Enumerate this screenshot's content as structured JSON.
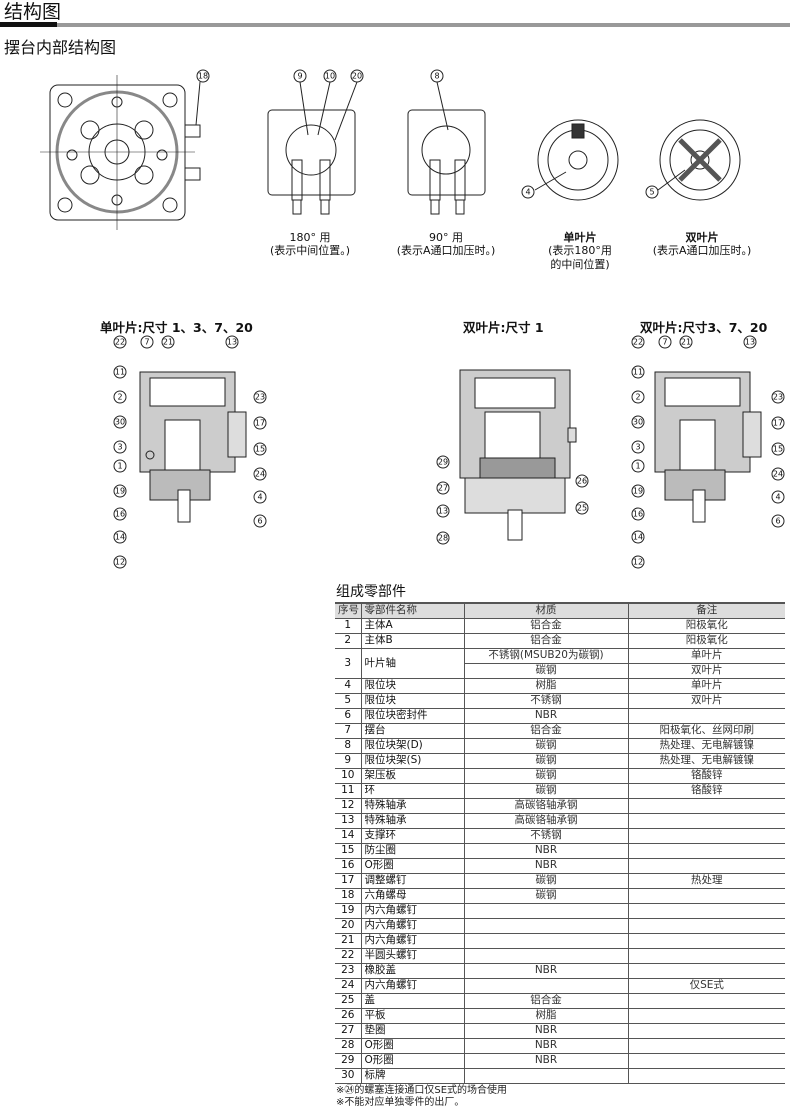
{
  "title": "结构图",
  "subtitle": "摆台内部结构图",
  "top_views": {
    "front_callouts": [
      "18"
    ],
    "deg180": {
      "callouts": [
        "9",
        "10",
        "20"
      ],
      "caption1": "180° 用",
      "caption2": "(表示中间位置。)"
    },
    "deg90": {
      "callouts": [
        "8"
      ],
      "caption1": "90° 用",
      "caption2": "(表示A通口加压时。)"
    },
    "single": {
      "callouts": [
        "4"
      ],
      "caption1": "单叶片",
      "caption2": "(表示180°用",
      "caption3": "的中间位置)"
    },
    "double": {
      "callouts": [
        "5"
      ],
      "caption1": "双叶片",
      "caption2": "(表示A通口加压时。)"
    }
  },
  "sections": {
    "single": {
      "title": "单叶片:尺寸 1、3、7、20",
      "callouts": [
        "22",
        "7",
        "21",
        "13",
        "11",
        "2",
        "30",
        "3",
        "1",
        "19",
        "16",
        "14",
        "12",
        "23",
        "17",
        "15",
        "24",
        "4",
        "6"
      ]
    },
    "double1": {
      "title": "双叶片:尺寸 1",
      "callouts": [
        "29",
        "27",
        "13",
        "28",
        "26",
        "25"
      ]
    },
    "double37": {
      "title": "双叶片:尺寸3、7、20",
      "callouts": [
        "22",
        "7",
        "21",
        "13",
        "11",
        "2",
        "30",
        "3",
        "1",
        "19",
        "16",
        "14",
        "12",
        "23",
        "17",
        "15",
        "24",
        "4",
        "6"
      ]
    }
  },
  "parts": {
    "title": "组成零部件",
    "headers": {
      "no": "序号",
      "name": "零部件名称",
      "material": "材质",
      "remark": "备注"
    },
    "rows": [
      {
        "no": "1",
        "name": "主体A",
        "material": "铝合金",
        "remark": "阳极氧化"
      },
      {
        "no": "2",
        "name": "主体B",
        "material": "铝合金",
        "remark": "阳极氧化"
      },
      {
        "no": "3",
        "name": "叶片轴",
        "material": "不锈钢(MSUB20为碳钢)",
        "remark": "单叶片",
        "material2": "碳钢",
        "remark2": "双叶片"
      },
      {
        "no": "4",
        "name": "限位块",
        "material": "树脂",
        "remark": "单叶片"
      },
      {
        "no": "5",
        "name": "限位块",
        "material": "不锈钢",
        "remark": "双叶片"
      },
      {
        "no": "6",
        "name": "限位块密封件",
        "material": "NBR",
        "remark": ""
      },
      {
        "no": "7",
        "name": "摆台",
        "material": "铝合金",
        "remark": "阳极氧化、丝网印刷"
      },
      {
        "no": "8",
        "name": "限位块架(D)",
        "material": "碳钢",
        "remark": "热处理、无电解镀镍"
      },
      {
        "no": "9",
        "name": "限位块架(S)",
        "material": "碳钢",
        "remark": "热处理、无电解镀镍"
      },
      {
        "no": "10",
        "name": "架压板",
        "material": "碳钢",
        "remark": "铬酸锌"
      },
      {
        "no": "11",
        "name": "环",
        "material": "碳钢",
        "remark": "铬酸锌"
      },
      {
        "no": "12",
        "name": "特殊轴承",
        "material": "高碳铬轴承钢",
        "remark": ""
      },
      {
        "no": "13",
        "name": "特殊轴承",
        "material": "高碳铬轴承钢",
        "remark": ""
      },
      {
        "no": "14",
        "name": "支撑环",
        "material": "不锈钢",
        "remark": ""
      },
      {
        "no": "15",
        "name": "防尘圈",
        "material": "NBR",
        "remark": ""
      },
      {
        "no": "16",
        "name": "O形圈",
        "material": "NBR",
        "remark": ""
      },
      {
        "no": "17",
        "name": "调整螺钉",
        "material": "碳钢",
        "remark": "热处理"
      },
      {
        "no": "18",
        "name": "六角螺母",
        "material": "碳钢",
        "remark": ""
      },
      {
        "no": "19",
        "name": "内六角螺钉",
        "material": "",
        "remark": ""
      },
      {
        "no": "20",
        "name": "内六角螺钉",
        "material": "",
        "remark": ""
      },
      {
        "no": "21",
        "name": "内六角螺钉",
        "material": "",
        "remark": ""
      },
      {
        "no": "22",
        "name": "半圆头螺钉",
        "material": "",
        "remark": ""
      },
      {
        "no": "23",
        "name": "橡胶盖",
        "material": "NBR",
        "remark": ""
      },
      {
        "no": "24",
        "name": "内六角螺钉",
        "material": "",
        "remark": "仅SE式"
      },
      {
        "no": "25",
        "name": "盖",
        "material": "铝合金",
        "remark": ""
      },
      {
        "no": "26",
        "name": "平板",
        "material": "树脂",
        "remark": ""
      },
      {
        "no": "27",
        "name": "垫圈",
        "material": "NBR",
        "remark": ""
      },
      {
        "no": "28",
        "name": "O形圈",
        "material": "NBR",
        "remark": ""
      },
      {
        "no": "29",
        "name": "O形圈",
        "material": "NBR",
        "remark": ""
      },
      {
        "no": "30",
        "name": "标牌",
        "material": "",
        "remark": ""
      }
    ],
    "notes": [
      "※㉔的螺塞连接通口仅SE式的场合使用",
      "※不能对应单独零件的出厂。"
    ]
  }
}
